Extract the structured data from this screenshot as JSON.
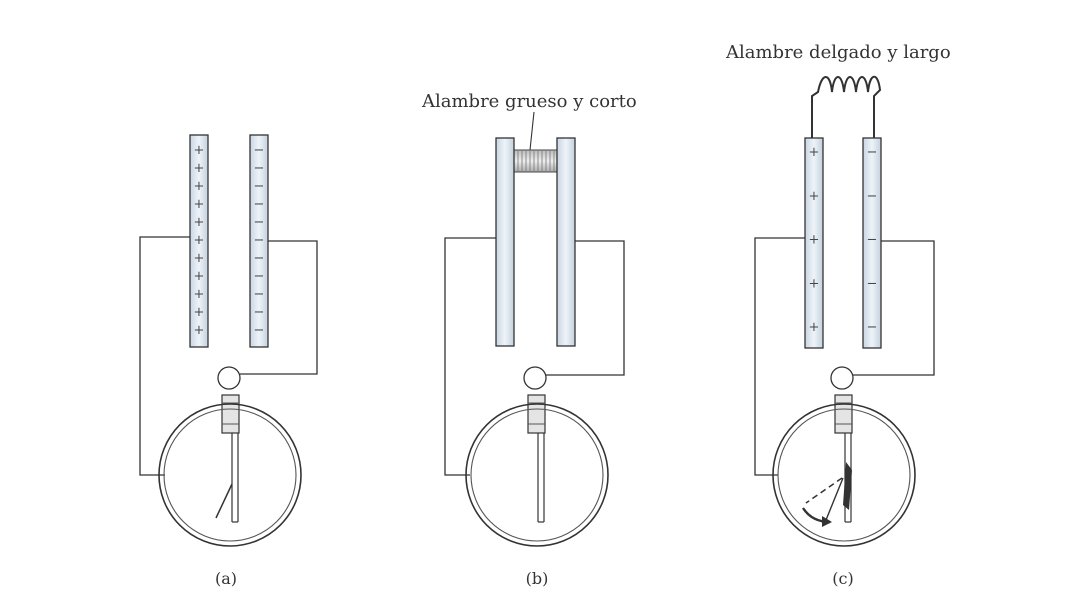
{
  "figure": {
    "panels": [
      {
        "id": "a",
        "caption": "(a)",
        "left_plate_signs": [
          "+",
          "+",
          "+",
          "+",
          "+",
          "+",
          "+",
          "+",
          "+",
          "+",
          "+"
        ],
        "right_plate_signs": [
          "−",
          "−",
          "−",
          "−",
          "−",
          "−",
          "−",
          "−",
          "−",
          "−",
          "−"
        ]
      },
      {
        "id": "b",
        "caption": "(b)",
        "wire_label": "Alambre grueso y corto"
      },
      {
        "id": "c",
        "caption": "(c)",
        "wire_label": "Alambre delgado y largo",
        "left_plate_signs": [
          "+",
          "+",
          "+",
          "+",
          "+"
        ],
        "right_plate_signs": [
          "−",
          "−",
          "−",
          "−",
          "−"
        ]
      }
    ]
  }
}
